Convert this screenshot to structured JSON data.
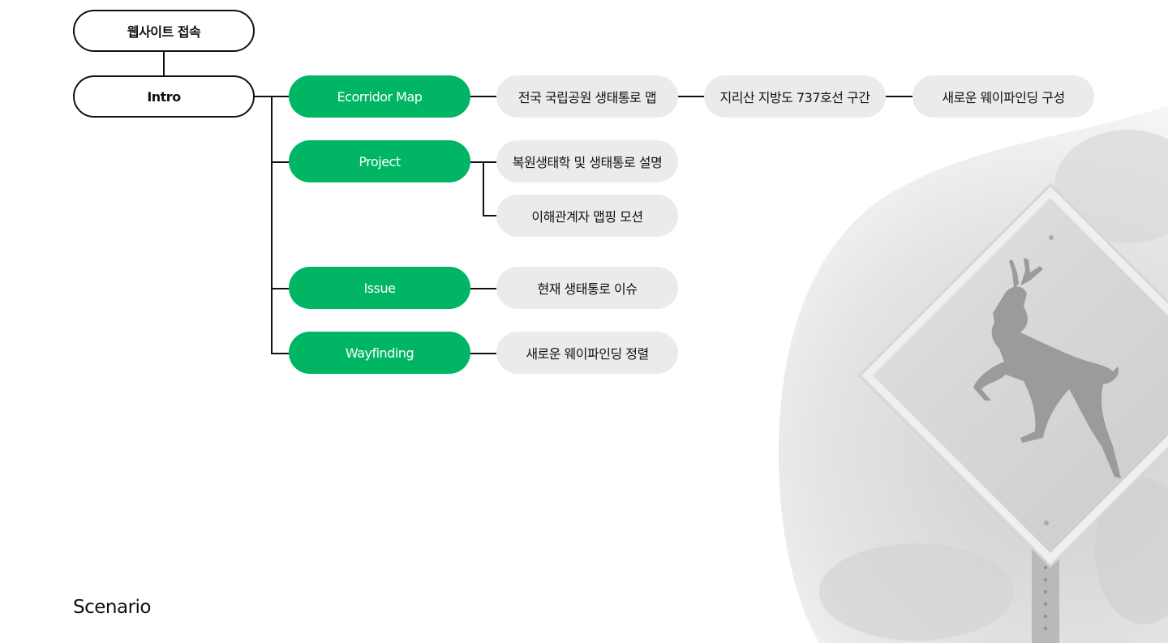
{
  "root": {
    "label": "웹사이트 접속"
  },
  "intro": {
    "label": "Intro"
  },
  "sections": [
    {
      "label": "Ecorridor Map",
      "items": [
        "전국 국립공원 생태통로 맵",
        "지리산 지방도 737호선 구간",
        "새로운 웨이파인딩 구성"
      ]
    },
    {
      "label": "Project",
      "items": [
        "복원생태학 및 생태통로 설명",
        "이해관계자 맵핑 모션"
      ]
    },
    {
      "label": "Issue",
      "items": [
        "현재 생태통로 이슈"
      ]
    },
    {
      "label": "Wayfinding",
      "items": [
        "새로운 웨이파인딩 정렬"
      ]
    }
  ],
  "caption": "Scenario",
  "colors": {
    "green": "#00b564",
    "grey": "#ebebeb",
    "line": "#111111"
  },
  "background": {
    "icon": "deer-crossing-sign-icon"
  }
}
